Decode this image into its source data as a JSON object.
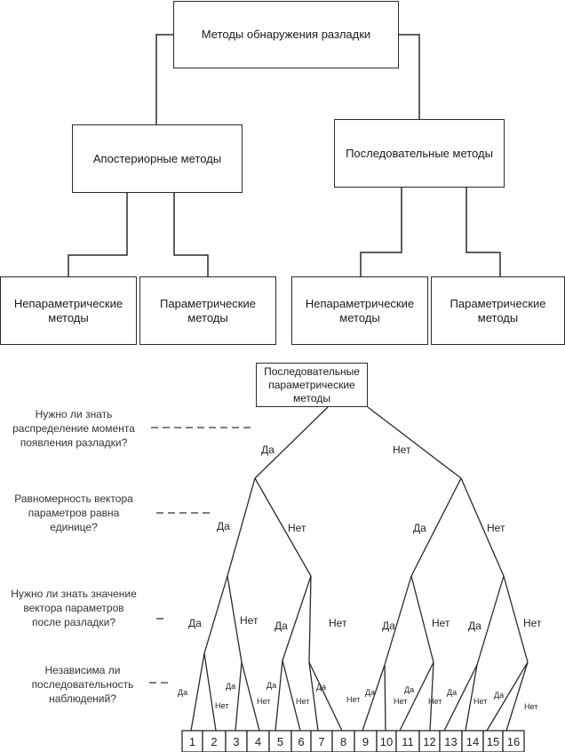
{
  "hierarchy": {
    "root": "Методы обнаружения разладки",
    "children": [
      {
        "label": "Апостериорные методы",
        "children": [
          {
            "label_line1": "Непараметрические",
            "label_line2": "методы"
          },
          {
            "label_line1": "Параметрические",
            "label_line2": "методы"
          }
        ]
      },
      {
        "label": "Последовательные методы",
        "children": [
          {
            "label_line1": "Непараметрические",
            "label_line2": "методы"
          },
          {
            "label_line1": "Параметрические",
            "label_line2": "методы"
          }
        ]
      }
    ]
  },
  "decision_tree": {
    "root": {
      "line1": "Последовательные",
      "line2": "параметрические",
      "line3": "методы"
    },
    "questions": [
      {
        "lines": [
          "Нужно ли знать",
          "распределение момента",
          "появления разладки?"
        ]
      },
      {
        "lines": [
          "Равномерность вектора",
          "параметров равна",
          "единице?"
        ]
      },
      {
        "lines": [
          "Нужно ли знать значение",
          "вектора параметров",
          "после разладки?"
        ]
      },
      {
        "lines": [
          "Независима ли",
          "последовательность",
          "наблюдений?"
        ]
      }
    ],
    "yes_label": "Да",
    "no_label": "Нет",
    "leaves": [
      "1",
      "2",
      "3",
      "4",
      "5",
      "6",
      "7",
      "8",
      "9",
      "10",
      "11",
      "12",
      "13",
      "14",
      "15",
      "16"
    ]
  }
}
